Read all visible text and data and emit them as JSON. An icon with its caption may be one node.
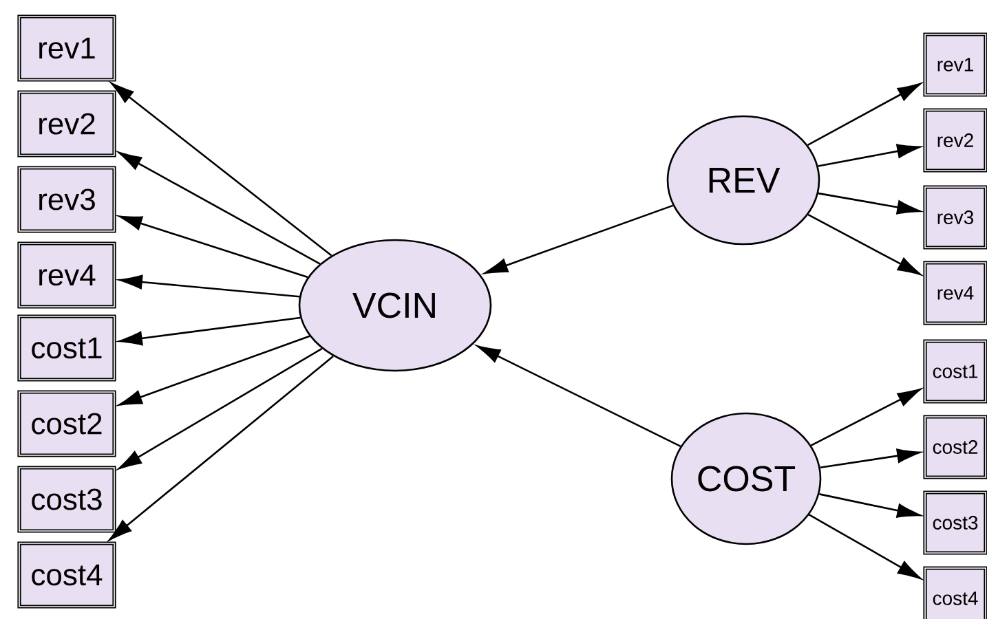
{
  "diagram": {
    "nodes": [
      {
        "text": [
          "rev1"
        ]
      },
      {
        "text": [
          "rev2"
        ]
      },
      {
        "text": [
          "rev3"
        ]
      },
      {
        "text": [
          "rev4"
        ]
      },
      {
        "text": [
          "cost1"
        ]
      },
      {
        "text": [
          "cost2"
        ]
      },
      {
        "text": [
          "cost3"
        ]
      },
      {
        "text": [
          "cost4"
        ]
      },
      {
        "text": [
          "VCIN"
        ]
      },
      {
        "text": [
          "REV"
        ]
      },
      {
        "text": [
          "COST"
        ]
      },
      {
        "text": [
          "rev1"
        ]
      },
      {
        "text": [
          "rev2"
        ]
      },
      {
        "text": [
          "rev3"
        ]
      },
      {
        "text": [
          "rev4"
        ]
      },
      {
        "text": [
          "cost1"
        ]
      },
      {
        "text": [
          "cost2"
        ]
      },
      {
        "text": [
          "cost3"
        ]
      },
      {
        "text": [
          "cost4"
        ]
      }
    ],
    "edges": [
      {
        "from": 8,
        "to": 0,
        "arrow": "to"
      },
      {
        "from": 8,
        "to": 1,
        "arrow": "to"
      },
      {
        "from": 8,
        "to": 2,
        "arrow": "to"
      },
      {
        "from": 8,
        "to": 3,
        "arrow": "to"
      },
      {
        "from": 8,
        "to": 4,
        "arrow": "to"
      },
      {
        "from": 8,
        "to": 5,
        "arrow": "to"
      },
      {
        "from": 8,
        "to": 6,
        "arrow": "to"
      },
      {
        "from": 8,
        "to": 7,
        "arrow": "to"
      },
      {
        "from": 9,
        "to": 8,
        "arrow": "to"
      },
      {
        "from": 10,
        "to": 8,
        "arrow": "to"
      },
      {
        "from": 9,
        "to": 11,
        "arrow": "to"
      },
      {
        "from": 9,
        "to": 12,
        "arrow": "to"
      },
      {
        "from": 9,
        "to": 13,
        "arrow": "to"
      },
      {
        "from": 9,
        "to": 14,
        "arrow": "to"
      },
      {
        "from": 10,
        "to": 15,
        "arrow": "to"
      },
      {
        "from": 10,
        "to": 16,
        "arrow": "to"
      },
      {
        "from": 10,
        "to": 17,
        "arrow": "to"
      },
      {
        "from": 10,
        "to": 18,
        "arrow": "to"
      }
    ]
  }
}
